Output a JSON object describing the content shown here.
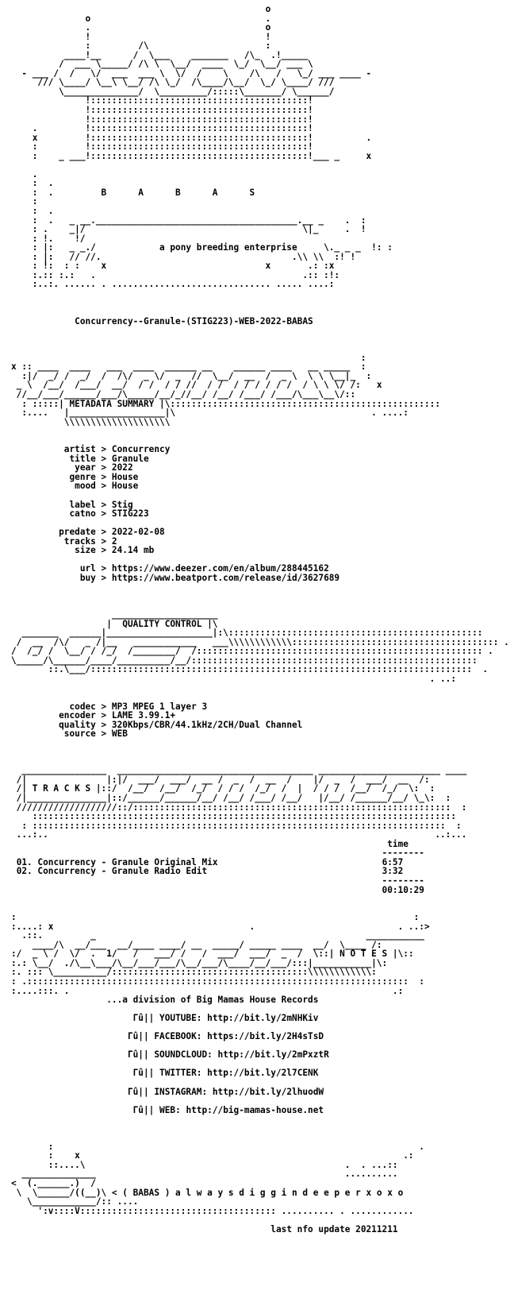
{
  "release_name": "Concurrency--Granule-(STIG223)-WEB-2022-BABAS",
  "group_letters": "B      A      B      A      S",
  "tagline": "a pony breeding enterprise",
  "metadata": {
    "section_title": "METADATA SUMMARY",
    "artist": "Concurrency",
    "title": "Granule",
    "year": "2022",
    "genre": "House",
    "mood": "House",
    "label": "Stig",
    "catno": "STIG223",
    "predate": "2022-02-08",
    "tracks": "2",
    "size": "24.14 mb",
    "url": "https://www.deezer.com/en/album/288445162",
    "buy": "https://www.beatport.com/release/id/3627689"
  },
  "quality": {
    "section_title": "QUALITY CONTROL",
    "codec": "MP3 MPEG 1 layer 3",
    "encoder": "LAME 3.99.1+",
    "quality": "320Kbps/CBR/44.1kHz/2CH/Dual Channel",
    "source": "WEB"
  },
  "tracklist": {
    "section_title": "T R A C K S",
    "time_header": "time",
    "items": [
      {
        "num": "01.",
        "name": "Concurrency - Granule Original Mix",
        "time": "6:57"
      },
      {
        "num": "02.",
        "name": "Concurrency - Granule Radio Edit",
        "time": "3:32"
      }
    ],
    "total": "00:10:29"
  },
  "notes": {
    "section_title": "N O T E S",
    "division": "...a division of Big Mamas House Records",
    "links": [
      {
        "label": "YOUTUBE",
        "url": "http://bit.ly/2mNHKiv"
      },
      {
        "label": "FACEBOOK",
        "url": "https://bit.ly/2H4sTsD"
      },
      {
        "label": "SOUNDCLOUD",
        "url": "http://bit.ly/2mPxztR"
      },
      {
        "label": "TWITTER",
        "url": "http://bit.ly/2l7CENK"
      },
      {
        "label": "INSTAGRAM",
        "url": "http://bit.ly/2lhuodW"
      },
      {
        "label": "WEB",
        "url": "http://big-mamas-house.net"
      }
    ],
    "bullet": "Γû||"
  },
  "footer": {
    "motto": "< ( BABAS ) a l w a y s d i g g i n d e e p e r x o x o",
    "last_update": "last nfo update 20211211"
  }
}
